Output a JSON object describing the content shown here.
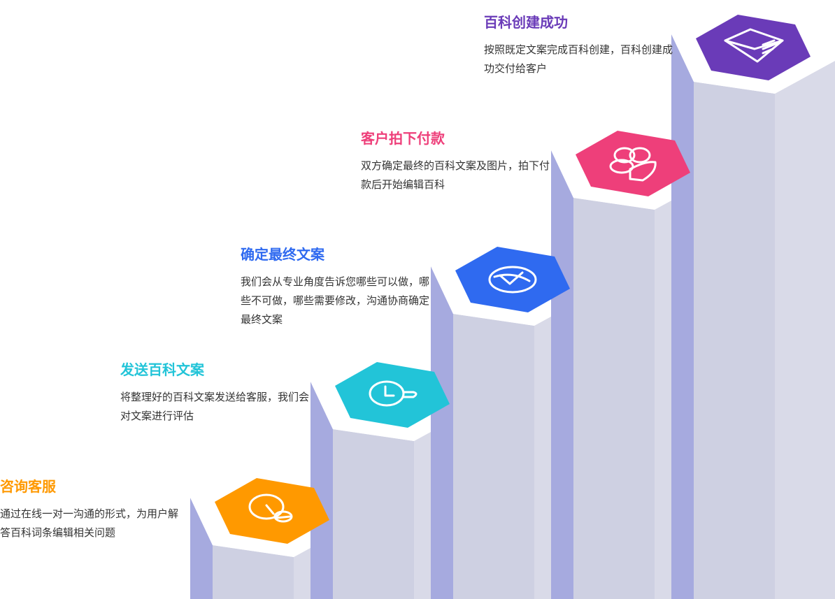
{
  "colors": {
    "orange": "#FF9900",
    "cyan": "#22C4D8",
    "blue": "#2F6AF0",
    "pink": "#EE3F7A",
    "purple": "#6A3BB8",
    "pillar_front": "#CED0E2",
    "pillar_right": "#D9DAE8",
    "pillar_side": "#A6AADF"
  },
  "steps": [
    {
      "title": "咨询客服",
      "desc": "通过在线一对一沟通的形式，为用户解答百科词条编辑相关问题",
      "icon": "lightbulb-icon"
    },
    {
      "title": "发送百科文案",
      "desc": "将整理好的百科文案发送给客服，我们会对文案进行评估",
      "icon": "clock-icon"
    },
    {
      "title": "确定最终文案",
      "desc": "我们会从专业角度告诉您哪些可以做，哪些不可做，哪些需要修改，沟通协商确定最终文案",
      "icon": "check-chat-icon"
    },
    {
      "title": "客户拍下付款",
      "desc": "双方确定最终的百科文案及图片，拍下付款后开始编辑百科",
      "icon": "users-icon"
    },
    {
      "title": "百科创建成功",
      "desc": "按照既定文案完成百科创建，百科创建成功交付给客户",
      "icon": "envelope-icon"
    }
  ]
}
